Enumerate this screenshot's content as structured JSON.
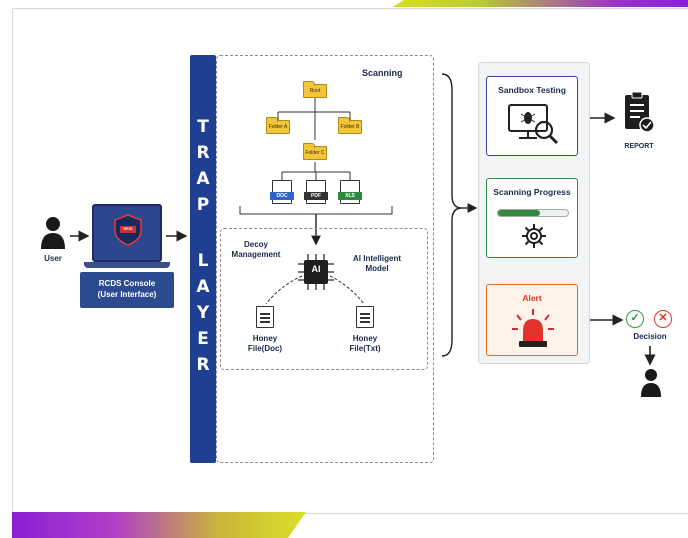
{
  "user_left": {
    "label": "User"
  },
  "console": {
    "screen_text": "RFID",
    "label_line1": "RCDS Console",
    "label_line2": "(User Interface)"
  },
  "trap_layer": {
    "letters": [
      "T",
      "R",
      "A",
      "P",
      "L",
      "A",
      "Y",
      "E",
      "R"
    ]
  },
  "scanning": {
    "title": "Scanning",
    "folders": {
      "root": "Root",
      "left": "Folder A",
      "right": "Folder B",
      "mid": "Folder C"
    },
    "files": [
      {
        "tag": "DOC",
        "color": "#2f65c8"
      },
      {
        "tag": "PDF",
        "color": "#333333"
      },
      {
        "tag": "XLS",
        "color": "#2e8b3e"
      }
    ]
  },
  "decoy": {
    "management_line1": "Decoy",
    "management_line2": "Management",
    "ai_line1": "AI Intelligent",
    "ai_line2": "Model",
    "chip_label": "AI",
    "honey_doc_line1": "Honey",
    "honey_doc_line2": "File(Doc)",
    "honey_txt_line1": "Honey",
    "honey_txt_line2": "File(Txt)"
  },
  "sandbox": {
    "title": "Sandbox Testing"
  },
  "progress": {
    "title": "Scanning Progress",
    "fraction": 0.6
  },
  "alert": {
    "title": "Alert"
  },
  "report": {
    "label": "REPORT"
  },
  "decision": {
    "label": "Decision",
    "accept_symbol": "✓",
    "reject_symbol": "✕"
  },
  "colors": {
    "trap": "#1f3f93",
    "sandbox": "#2b4a8f",
    "progress": "#2e8b3e",
    "alert": "#e06a2b"
  }
}
